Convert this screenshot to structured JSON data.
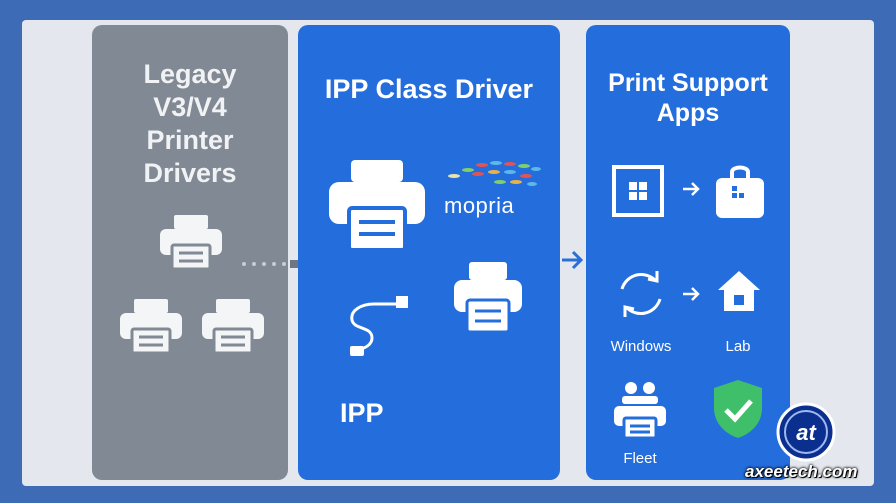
{
  "legacy": {
    "title_lines": [
      "Legacy",
      "V3/V4",
      "Printer",
      "Drivers"
    ]
  },
  "ipp": {
    "title": "IPP Class Driver",
    "mopria_label": "mopria",
    "ipp_label": "IPP"
  },
  "apps": {
    "title_lines": [
      "Print Support",
      "Apps"
    ],
    "labels": {
      "windows": "Windows",
      "lab": "Lab",
      "fleet": "Fleet"
    }
  },
  "watermark": {
    "site": "axeetech.com",
    "logo_text": "at"
  },
  "colors": {
    "legacy_panel": "#818994",
    "ipp_panel": "#246ddc",
    "background": "#3d6bb6",
    "shield": "#3fbf6a"
  },
  "icons": [
    "printer-icon",
    "arrow-right-icon",
    "usb-cable-icon",
    "grid-app-icon",
    "store-bag-icon",
    "sync-icon",
    "home-icon",
    "people-printer-icon",
    "shield-check-icon"
  ]
}
